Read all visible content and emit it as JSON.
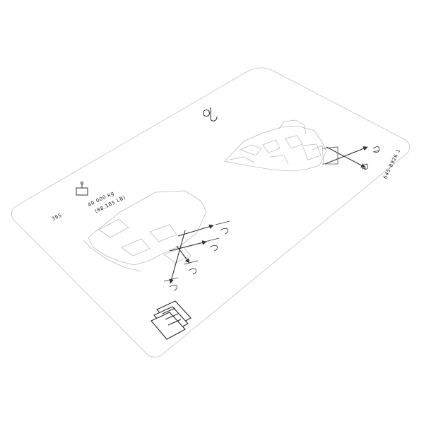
{
  "decal": {
    "model_number": "395",
    "weight_kg": "40 000 kg",
    "weight_lb": "(88,185 LB)",
    "part_number": "645-8926 1"
  },
  "icons": {
    "weight": "weight-icon",
    "hook": "lifting-hook-icon",
    "manual": "operator-manual-icon",
    "tie_down": "tie-down-point-icon"
  },
  "colors": {
    "line": "#333333",
    "plate_outline": "#cfcfcf",
    "background": "#ffffff"
  }
}
